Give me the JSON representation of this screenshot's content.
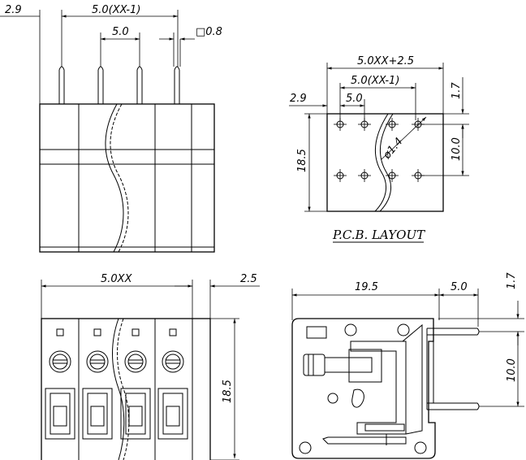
{
  "front_view": {
    "dim_pitch_total": "5.0(XX-1)",
    "dim_offset": "2.9",
    "dim_pitch": "5.0",
    "dim_pin": "□0.8"
  },
  "pcb_layout": {
    "dim_overall": "5.0XX+2.5",
    "dim_pitch_total": "5.0(XX-1)",
    "dim_pitch": "5.0",
    "dim_offset": "2.9",
    "dim_row_offset": "1.7",
    "dim_height": "18.5",
    "dim_row_spacing": "10.0",
    "dim_hole": "ø1.4",
    "title": "P.C.B. LAYOUT"
  },
  "top_view": {
    "dim_length": "5.0XX",
    "dim_end": "2.5",
    "dim_height": "18.5"
  },
  "side_view": {
    "dim_depth": "19.5",
    "dim_pin_offset": "5.0",
    "dim_top": "1.7",
    "dim_pin_spacing": "10.0"
  }
}
